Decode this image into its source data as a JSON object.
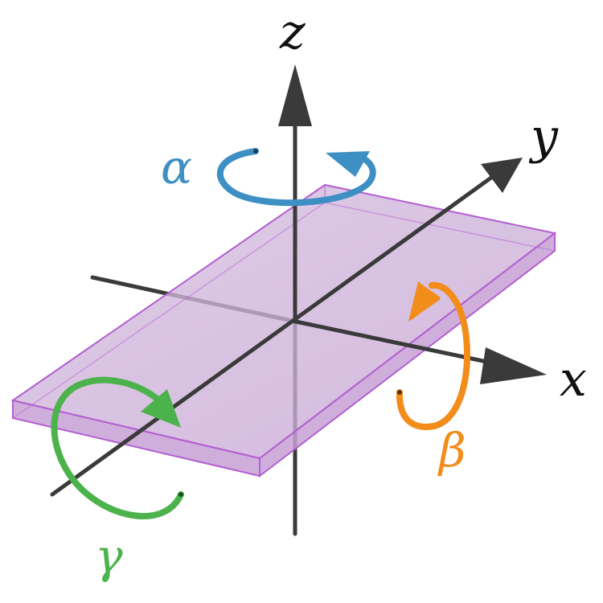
{
  "labels": {
    "z": "z",
    "y": "y",
    "x": "x",
    "alpha": "α",
    "beta": "β",
    "gamma": "γ"
  },
  "colors": {
    "axis": "#3a3a3a",
    "plate_fill": "#c9a9d6",
    "plate_edge": "#b35fd1",
    "alpha": "#3d8fc4",
    "beta": "#f28c1a",
    "gamma": "#4cb24c"
  }
}
